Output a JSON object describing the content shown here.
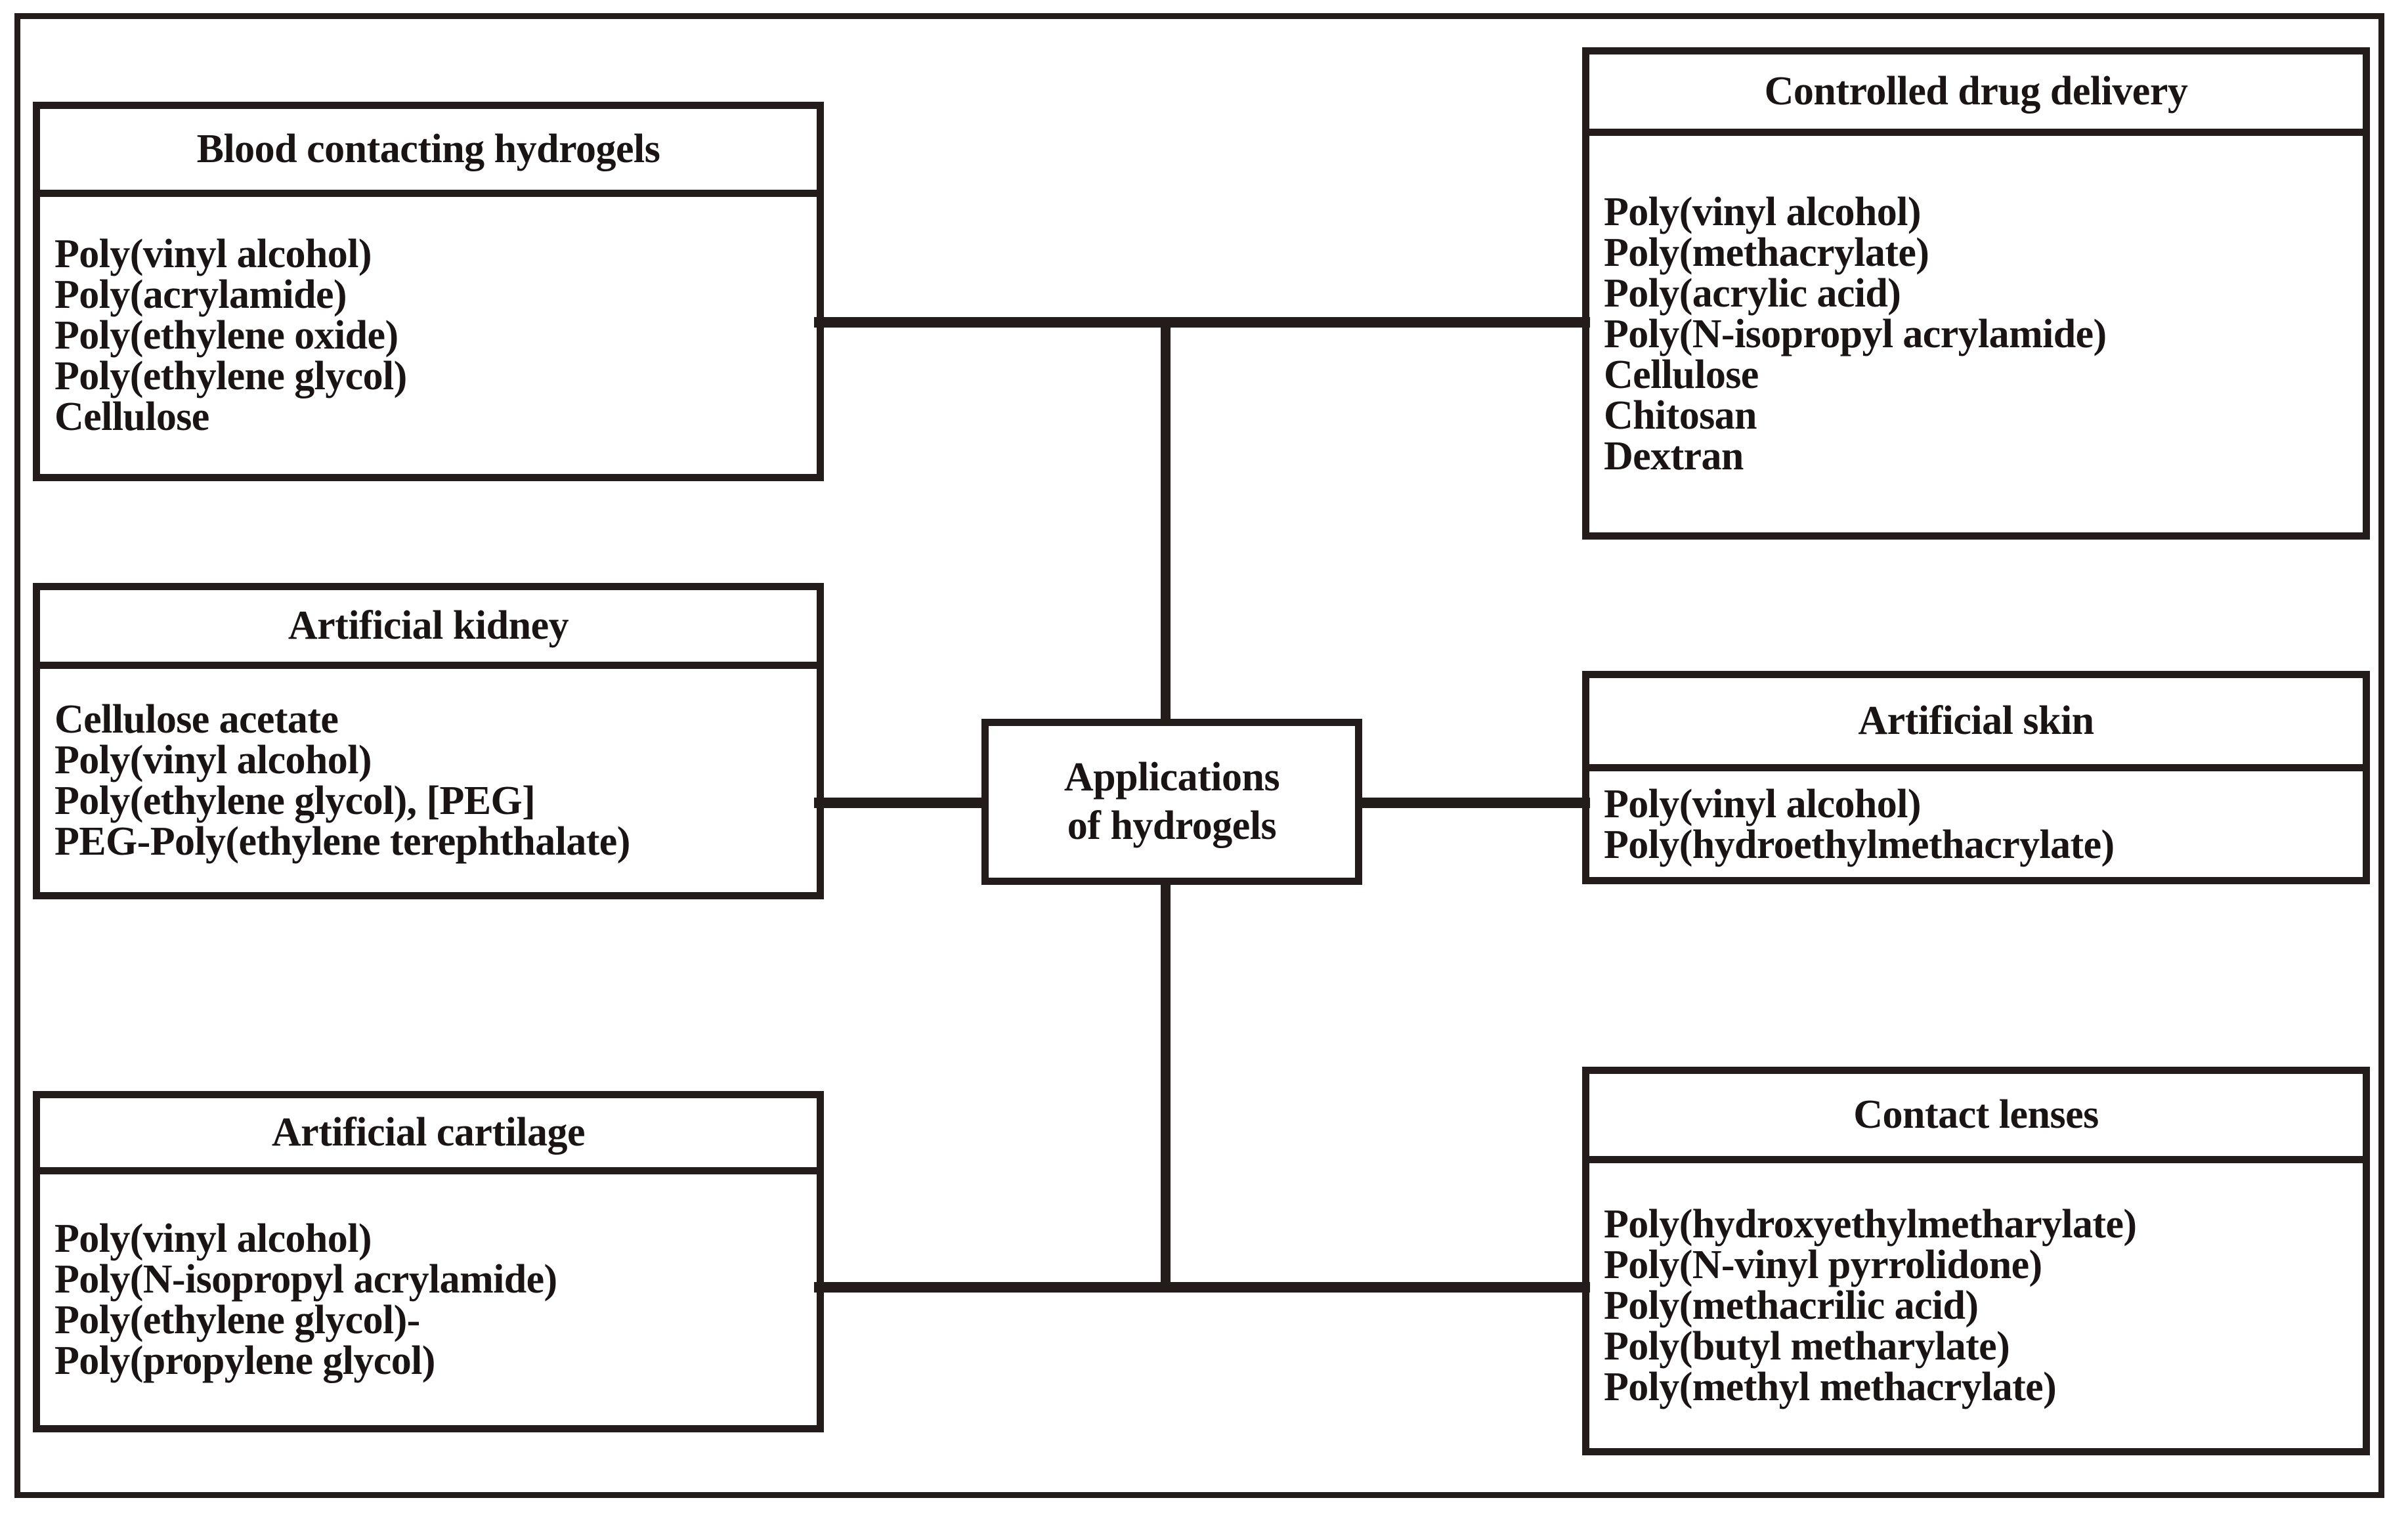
{
  "diagram": {
    "title": "Applications of hydrogels",
    "center_node": {
      "line1": "Applications",
      "line2": "of hydrogels"
    },
    "colors": {
      "line": "#241c1a",
      "background": "#ffffff",
      "text": "#1a1414"
    },
    "boxes": [
      {
        "id": "blood-contacting-hydrogels",
        "header": "Blood contacting hydrogels",
        "items": [
          "Poly(vinyl alcohol)",
          "Poly(acrylamide)",
          "Poly(ethylene oxide)",
          "Poly(ethylene glycol)",
          "Cellulose"
        ]
      },
      {
        "id": "controlled-drug-delivery",
        "header": "Controlled drug delivery",
        "items": [
          "Poly(vinyl alcohol)",
          "Poly(methacrylate)",
          "Poly(acrylic acid)",
          "Poly(N-isopropyl acrylamide)",
          "Cellulose",
          "Chitosan",
          "Dextran"
        ]
      },
      {
        "id": "artificial-kidney",
        "header": "Artificial kidney",
        "items": [
          "Cellulose acetate",
          "Poly(vinyl alcohol)",
          "Poly(ethylene glycol), [PEG]",
          "PEG-Poly(ethylene terephthalate)"
        ]
      },
      {
        "id": "artificial-skin",
        "header": "Artificial skin",
        "items": [
          "Poly(vinyl alcohol)",
          "Poly(hydroethylmethacrylate)"
        ]
      },
      {
        "id": "artificial-cartilage",
        "header": "Artificial cartilage",
        "items": [
          "Poly(vinyl alcohol)",
          "Poly(N-isopropyl acrylamide)",
          "Poly(ethylene glycol)-",
          "Poly(propylene glycol)"
        ]
      },
      {
        "id": "contact-lenses",
        "header": "Contact lenses",
        "items": [
          "Poly(hydroxyethylmetharylate)",
          "Poly(N-vinyl pyrrolidone)",
          "Poly(methacrilic acid)",
          "Poly(butyl metharylate)",
          "Poly(methyl methacrylate)"
        ]
      }
    ]
  }
}
